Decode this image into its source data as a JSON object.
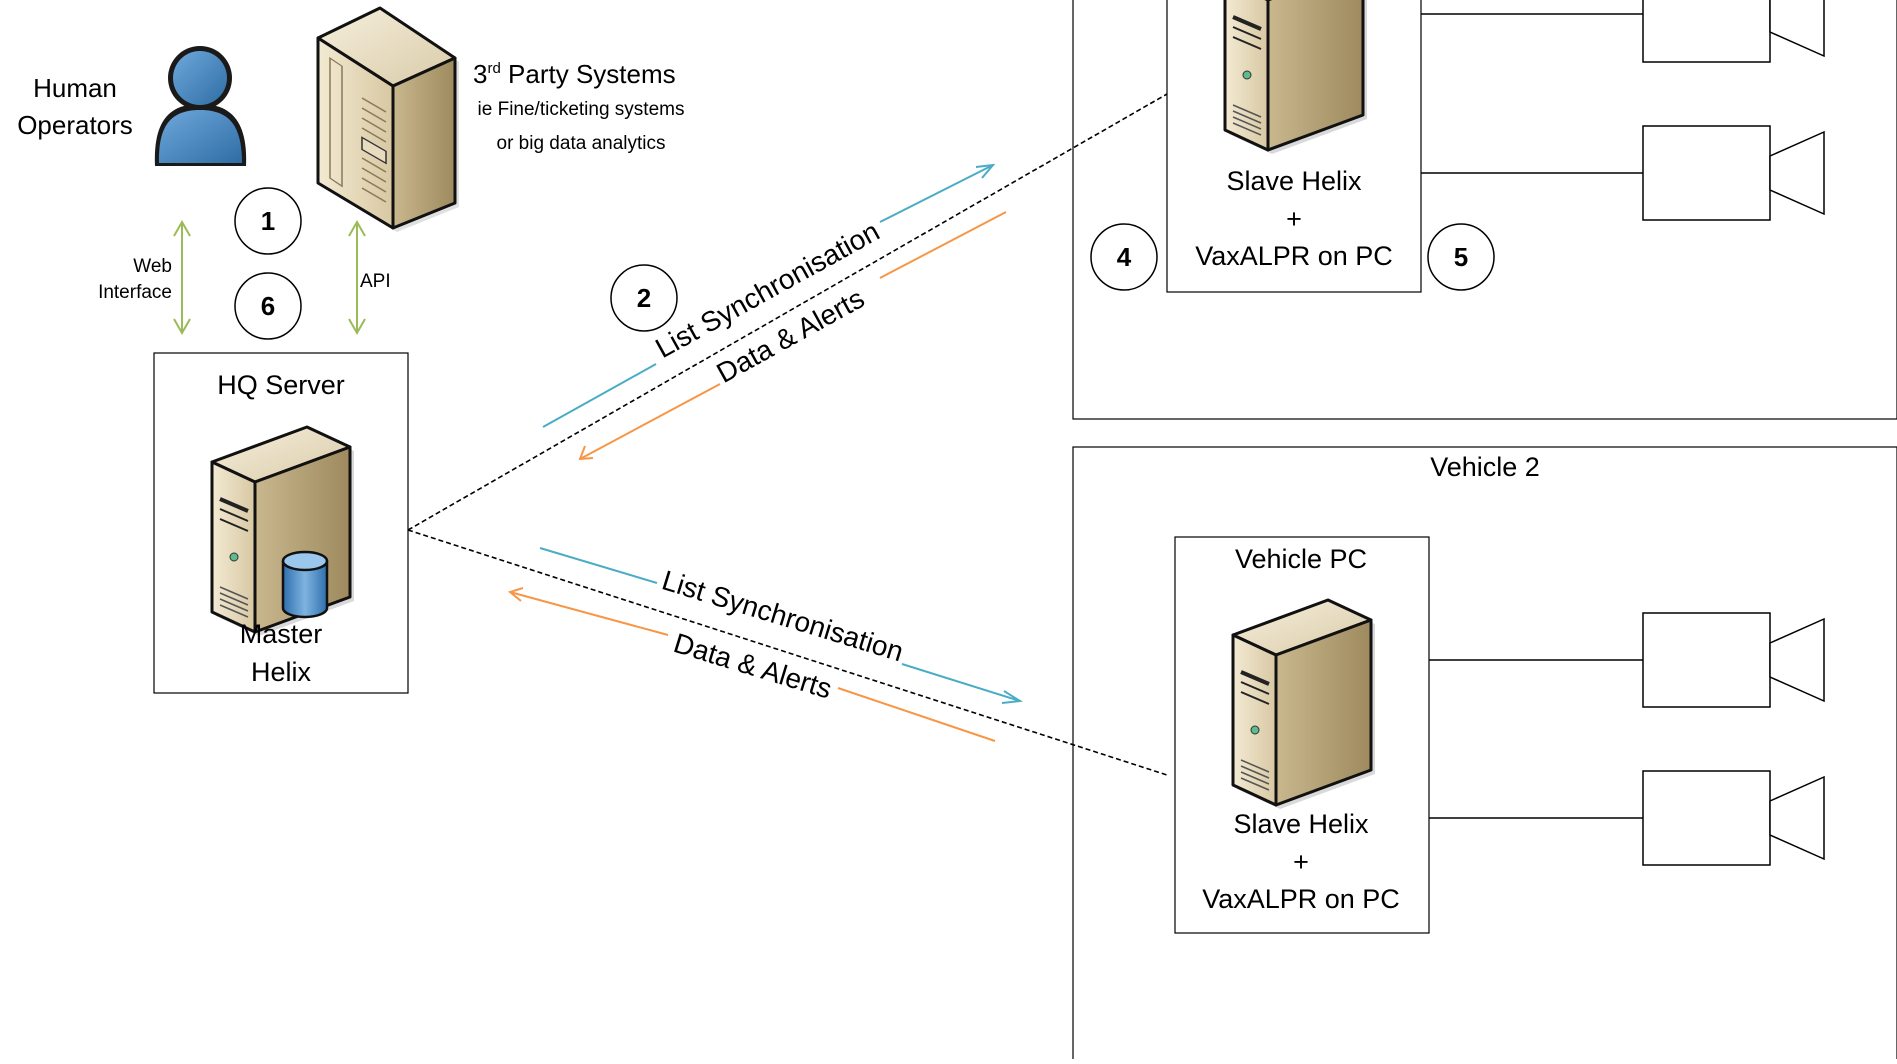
{
  "operators": {
    "label_line1": "Human",
    "label_line2": "Operators"
  },
  "third_party": {
    "title_prefix": "3",
    "title_sup": "rd",
    "title_rest": " Party Systems",
    "sub_line1": "ie Fine/ticketing systems",
    "sub_line2": "or big data analytics"
  },
  "links": {
    "web_line1": "Web",
    "web_line2": "Interface",
    "api": "API",
    "list_sync": "List Synchronisation",
    "data_alerts": "Data & Alerts"
  },
  "markers": {
    "m1": "1",
    "m2": "2",
    "m4": "4",
    "m5": "5",
    "m6": "6"
  },
  "hq": {
    "title": "HQ Server",
    "line1": "Master",
    "line2": "Helix"
  },
  "vehicle1": {
    "slave_line1": "Slave Helix",
    "slave_line2": "+",
    "slave_line3": "VaxALPR on PC"
  },
  "vehicle2": {
    "title": "Vehicle 2",
    "pc_title": "Vehicle PC",
    "slave_line1": "Slave Helix",
    "slave_line2": "+",
    "slave_line3": "VaxALPR on PC"
  },
  "colors": {
    "sync_arrow": "#4BACC6",
    "data_arrow": "#F79646",
    "link_arrow": "#9BBB59",
    "person": "#3E7FC1",
    "server_front": "#E8DCC0",
    "server_side": "#BFAE86"
  }
}
